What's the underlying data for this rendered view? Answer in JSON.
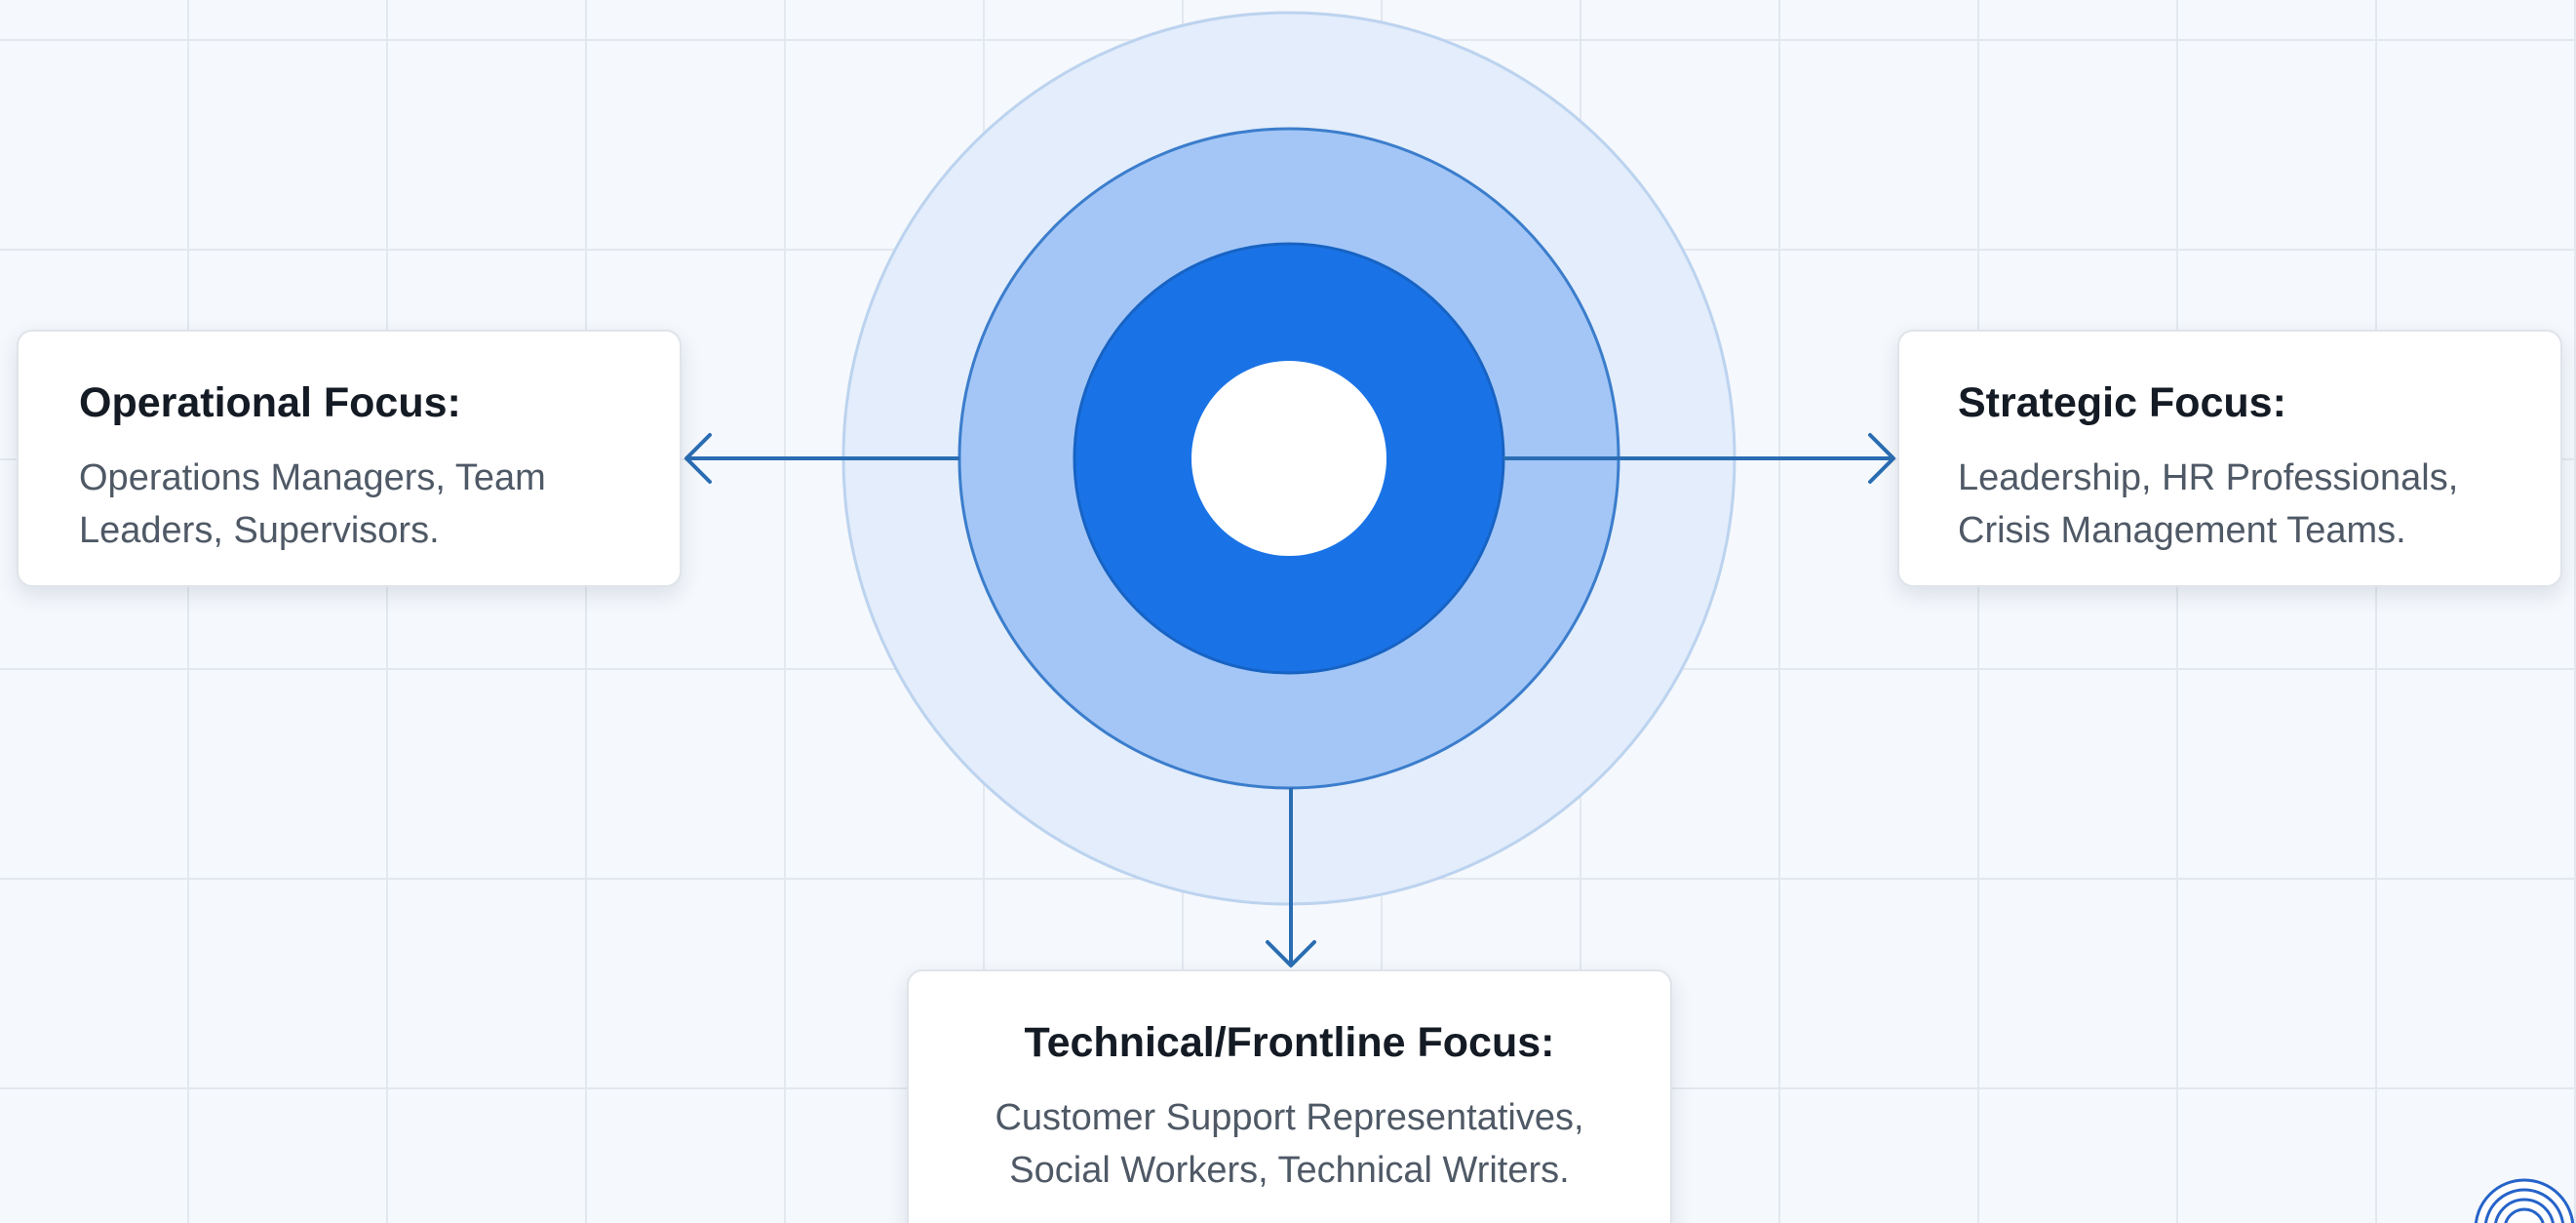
{
  "center": {
    "colors": {
      "outer_ring": "#e3edfb",
      "middle_ring": "#a3c6f6",
      "inner_ring": "#1a73e6",
      "core": "#ffffff",
      "stroke": "#3b7dcc",
      "connector": "#2a6db3"
    }
  },
  "cards": {
    "operational": {
      "title": "Operational Focus:",
      "line1": "Operations Managers, Team",
      "line2": "Leaders, Supervisors."
    },
    "strategic": {
      "title": "Strategic Focus:",
      "line1": "Leadership, HR Professionals,",
      "line2": "Crisis Management Teams."
    },
    "technical": {
      "title": "Technical/Frontline Focus:",
      "line1": "Customer Support Representatives,",
      "line2": "Social Workers, Technical Writers."
    }
  },
  "icons": {
    "left_arrow": "arrow-left-icon",
    "right_arrow": "arrow-right-icon",
    "down_arrow": "arrow-down-icon",
    "corner_logo": "concentric-logo-icon"
  }
}
